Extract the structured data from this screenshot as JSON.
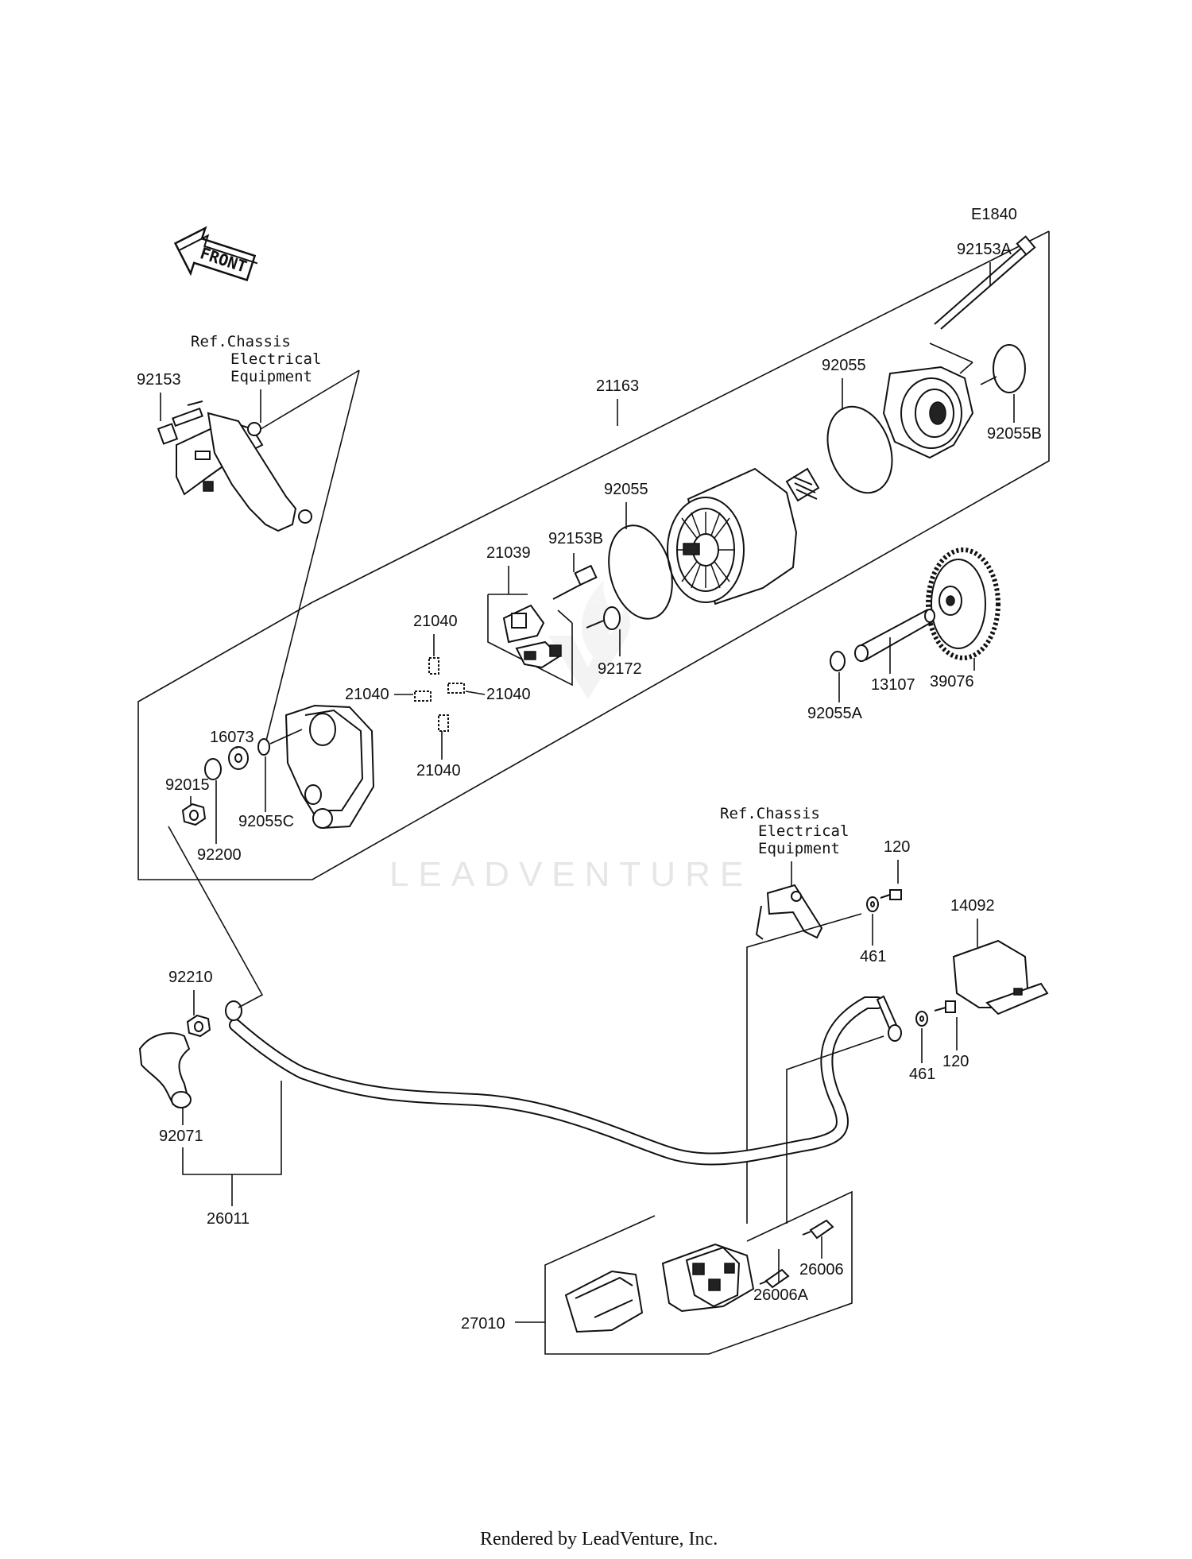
{
  "diagram_code": "E1840",
  "front_arrow_label": "FRONT",
  "ref_note_1": {
    "line1": "Ref.Chassis",
    "line2": "Electrical",
    "line3": "Equipment"
  },
  "ref_note_2": {
    "line1": "Ref.Chassis",
    "line2": "Electrical",
    "line3": "Equipment"
  },
  "parts": {
    "p92153A": "92153A",
    "p92153": "92153",
    "p21163": "21163",
    "p92055_top": "92055",
    "p92055B": "92055B",
    "p92055_mid": "92055",
    "p21039": "21039",
    "p92153B": "92153B",
    "p21040_a": "21040",
    "p21040_b": "21040",
    "p21040_c": "21040",
    "p21040_d": "21040",
    "p92172": "92172",
    "p13107": "13107",
    "p39076": "39076",
    "p92055A": "92055A",
    "p16073": "16073",
    "p92015": "92015",
    "p92055C": "92055C",
    "p92200": "92200",
    "p120_a": "120",
    "p14092": "14092",
    "p461_a": "461",
    "p461_b": "461",
    "p120_b": "120",
    "p92210": "92210",
    "p92071": "92071",
    "p26011": "26011",
    "p26006": "26006",
    "p26006A": "26006A",
    "p27010": "27010"
  },
  "watermark": "LEADVENTURE",
  "footer": "Rendered by LeadVenture, Inc."
}
